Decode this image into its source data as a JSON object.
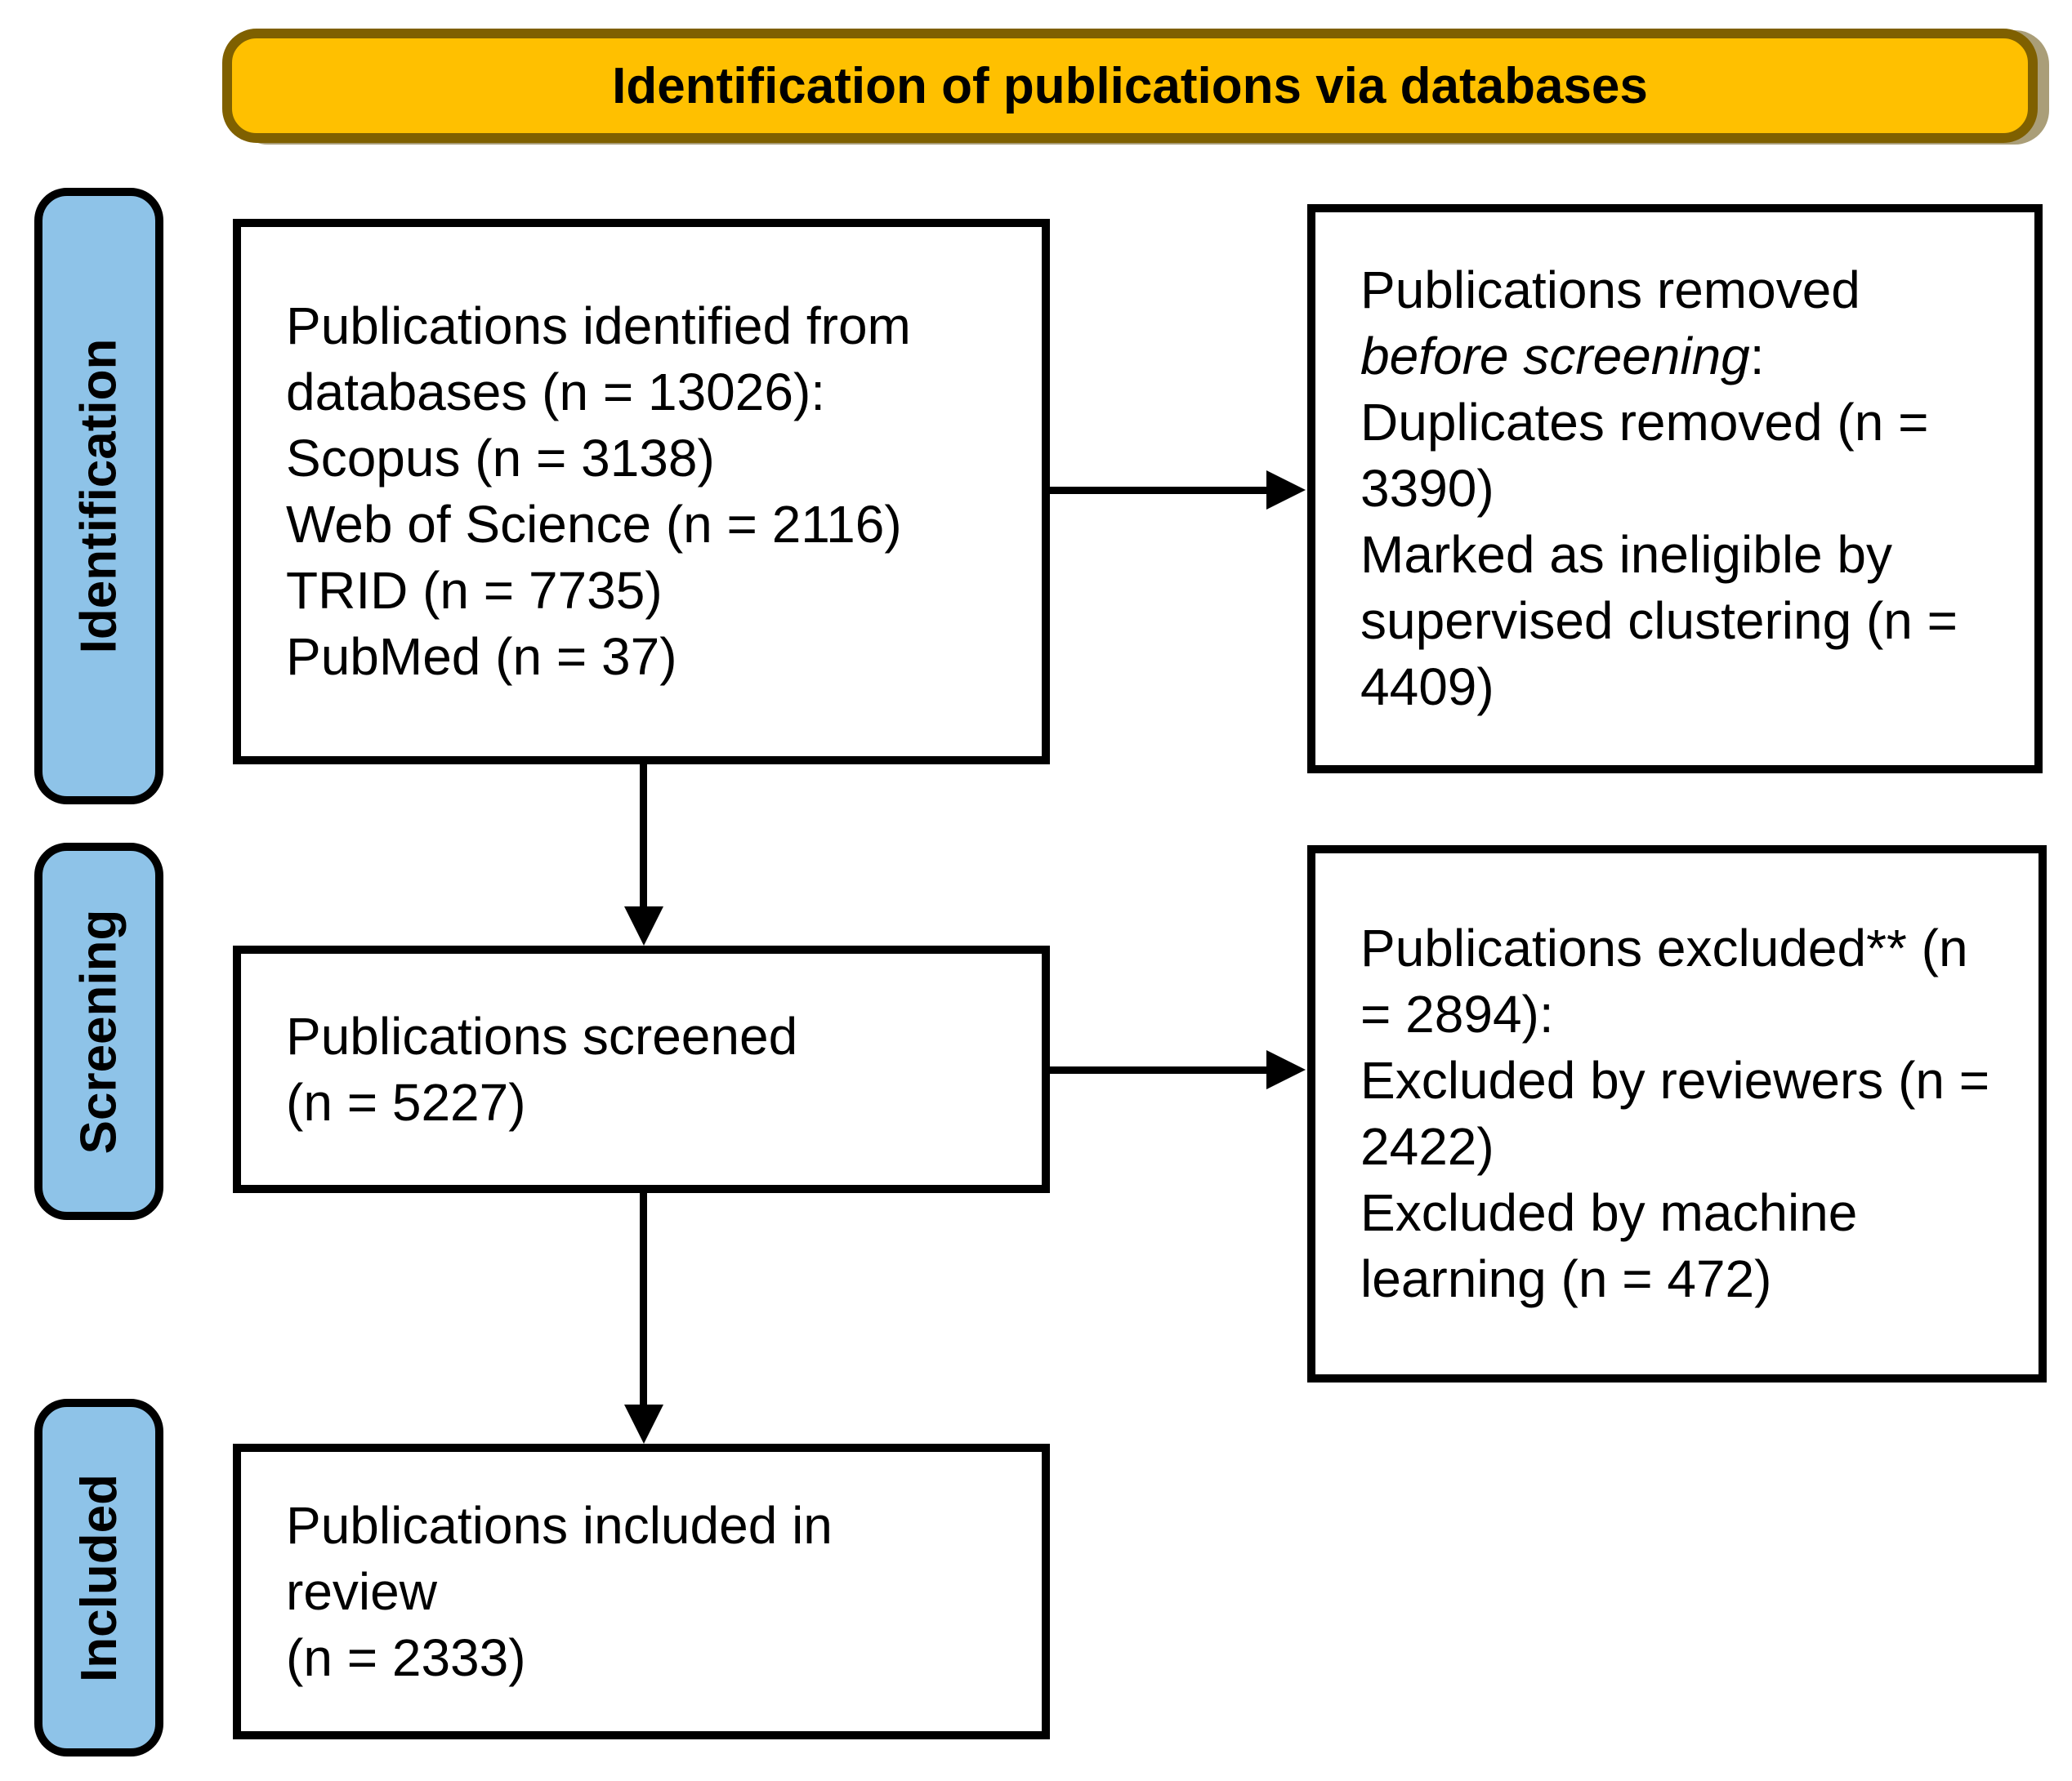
{
  "banner": {
    "title": "Identification of publications via databases"
  },
  "stages": [
    {
      "label": "Identification"
    },
    {
      "label": "Screening"
    },
    {
      "label": "Included"
    }
  ],
  "boxes": {
    "identified": {
      "lines": [
        "Publications identified from",
        "databases (n = 13026):",
        "Scopus (n = 3138)",
        "Web of Science (n = 2116)",
        "TRID (n = 7735)",
        "PubMed (n = 37)"
      ]
    },
    "removed": {
      "line1": "Publications removed",
      "italic_phrase": "before screening",
      "after_italic": ":",
      "lines": [
        "Duplicates removed (n =",
        "3390)",
        "Marked as ineligible by",
        "supervised clustering (n =",
        "4409)"
      ]
    },
    "screened": {
      "lines": [
        "Publications screened",
        "(n = 5227)"
      ]
    },
    "excluded": {
      "lines": [
        "Publications excluded** (n",
        "= 2894):",
        "Excluded by reviewers (n =",
        "2422)",
        "Excluded by machine",
        "learning (n = 472)"
      ]
    },
    "included": {
      "lines": [
        "Publications included in",
        "review",
        "(n = 2333)"
      ]
    }
  },
  "colors": {
    "banner_fill": "#FFC000",
    "banner_border": "#7F6000",
    "stage_fill": "#8EC3E8",
    "border_black": "#000000",
    "background": "#FFFFFF"
  }
}
